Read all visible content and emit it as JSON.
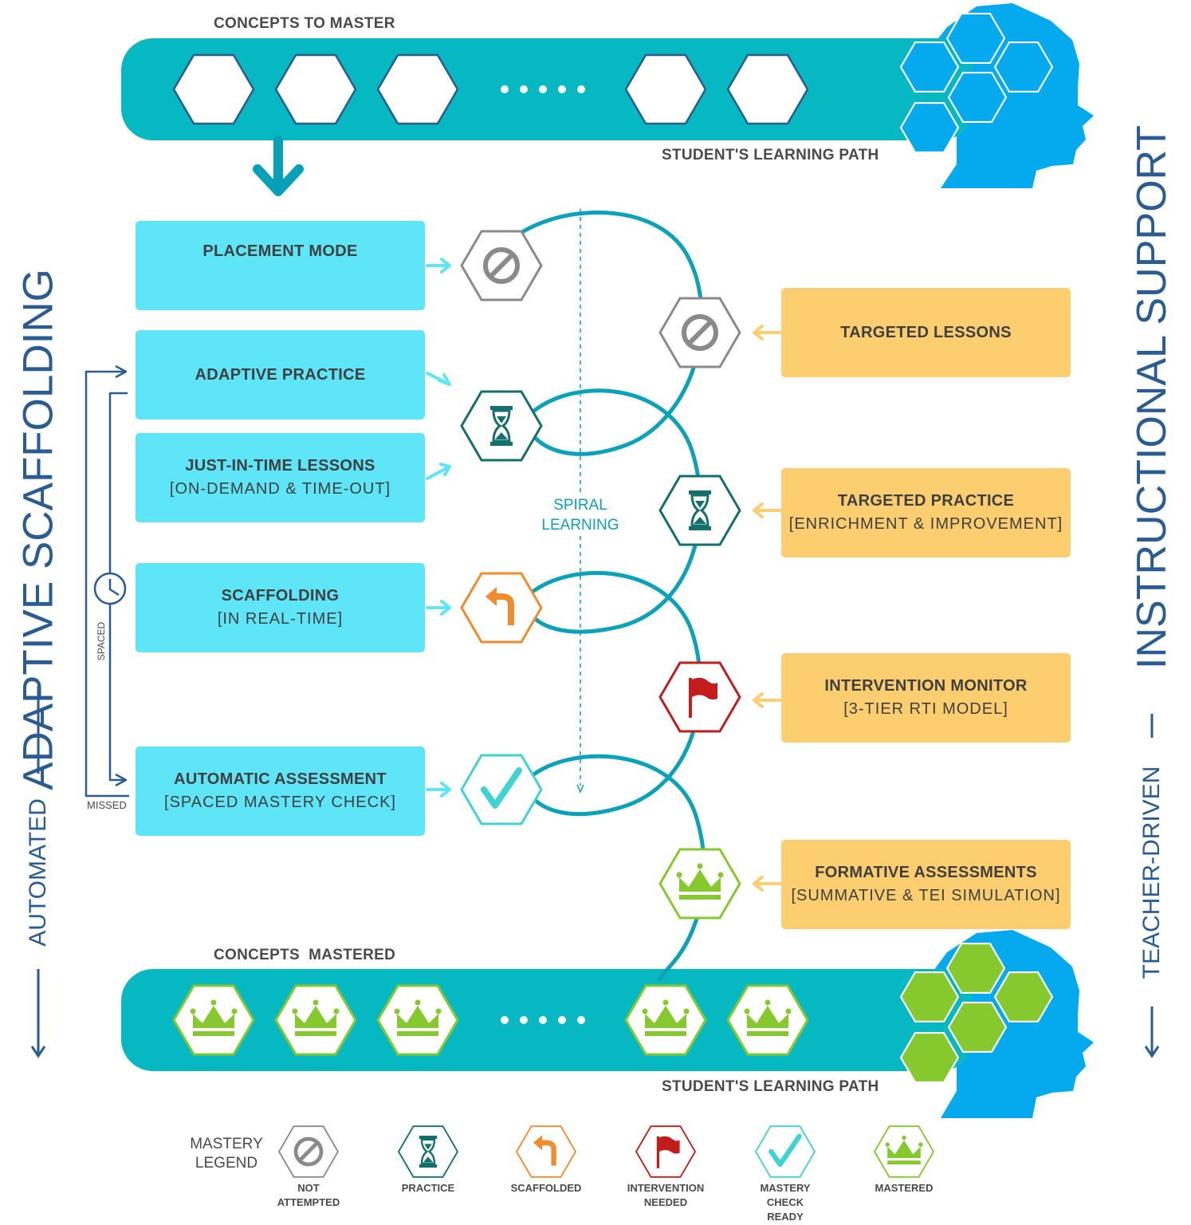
{
  "top_bar": {
    "title": "CONCEPTS TO MASTER",
    "path_label": "STUDENT'S LEARNING PATH"
  },
  "bottom_bar": {
    "title": "CONCEPTS  MASTERED",
    "path_label": "STUDENT'S LEARNING PATH"
  },
  "left_side": {
    "big": "ADAPTIVE SCAFFOLDING",
    "small": "AUTOMATED"
  },
  "right_side": {
    "big": "INSTRUCTIONAL SUPPORT",
    "small": "TEACHER-DRIVEN"
  },
  "left_boxes": {
    "placement": {
      "title": "PLACEMENT MODE"
    },
    "adaptive": {
      "title": "ADAPTIVE PRACTICE"
    },
    "jit": {
      "title": "JUST-IN-TIME LESSONS",
      "sub": "[ON-DEMAND & TIME-OUT]"
    },
    "scaffolding": {
      "title": "SCAFFOLDING",
      "sub": "[IN REAL-TIME]"
    },
    "assessment": {
      "title": "AUTOMATIC ASSESSMENT",
      "sub": "[SPACED MASTERY CHECK]"
    }
  },
  "right_boxes": {
    "lessons": {
      "title": "TARGETED LESSONS"
    },
    "practice": {
      "title": "TARGETED PRACTICE",
      "sub": "[ENRICHMENT & IMPROVEMENT]"
    },
    "intervention": {
      "title": "INTERVENTION MONITOR",
      "sub": "[3-TIER RTI MODEL]"
    },
    "formative": {
      "title": "FORMATIVE ASSESSMENTS",
      "sub": "[SUMMATIVE & TEI SIMULATION]"
    }
  },
  "spiral": {
    "line1": "SPIRAL",
    "line2": "LEARNING"
  },
  "loop": {
    "spaced": "SPACED",
    "missed": "MISSED"
  },
  "legend": {
    "title_line1": "MASTERY",
    "title_line2": "LEGEND",
    "items": [
      {
        "icon": "not-attempted-icon",
        "line1": "NOT",
        "line2": "ATTEMPTED",
        "line3": ""
      },
      {
        "icon": "hourglass-icon",
        "line1": "PRACTICE",
        "line2": "",
        "line3": ""
      },
      {
        "icon": "turn-arrow-icon",
        "line1": "SCAFFOLDED",
        "line2": "",
        "line3": ""
      },
      {
        "icon": "flag-icon",
        "line1": "INTERVENTION",
        "line2": "NEEDED",
        "line3": ""
      },
      {
        "icon": "check-icon",
        "line1": "MASTERY",
        "line2": "CHECK",
        "line3": "READY"
      },
      {
        "icon": "crown-icon",
        "line1": "MASTERED",
        "line2": "",
        "line3": ""
      }
    ]
  },
  "colors": {
    "teal": "#06b8c1",
    "light_blue": "#5ee5f8",
    "orange_box": "#fcce70",
    "head_blue": "#05a9ee",
    "dark_blue": "#2a5c92",
    "grey": "#8a8a8a",
    "dark_teal": "#13706c",
    "orange": "#f18c2c",
    "red": "#c21d1d",
    "cyan": "#41d3d3",
    "green": "#86c92e"
  }
}
